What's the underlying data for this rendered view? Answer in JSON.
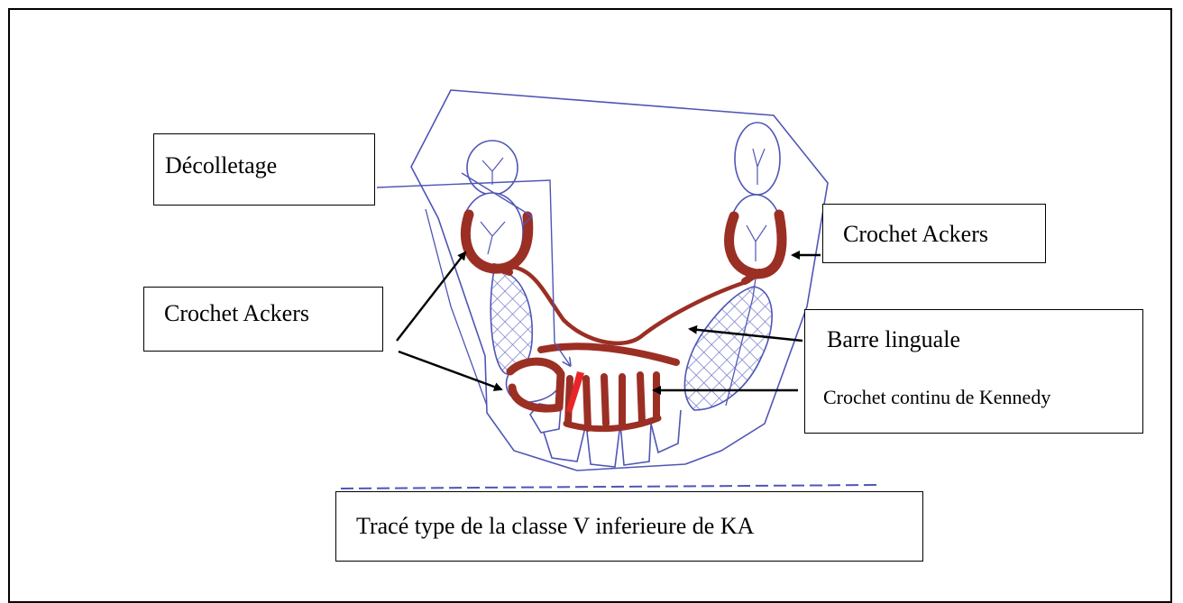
{
  "figure": {
    "caption": "Tracé type de la classe V inferieure de KA"
  },
  "labels": {
    "decolletage": "Décolletage",
    "crochet_ackers_right": "Crochet Ackers",
    "crochet_ackers_left": "Crochet Ackers",
    "barre_linguale": "Barre linguale",
    "crochet_continu": "Crochet continu de Kennedy"
  },
  "colors": {
    "sketch_ink": "#4f56b5",
    "metal_framework": "#9b2f24",
    "hatch_saddle": "#6b74c9",
    "highlight_red": "#e8262a",
    "arrow": "#000000"
  }
}
